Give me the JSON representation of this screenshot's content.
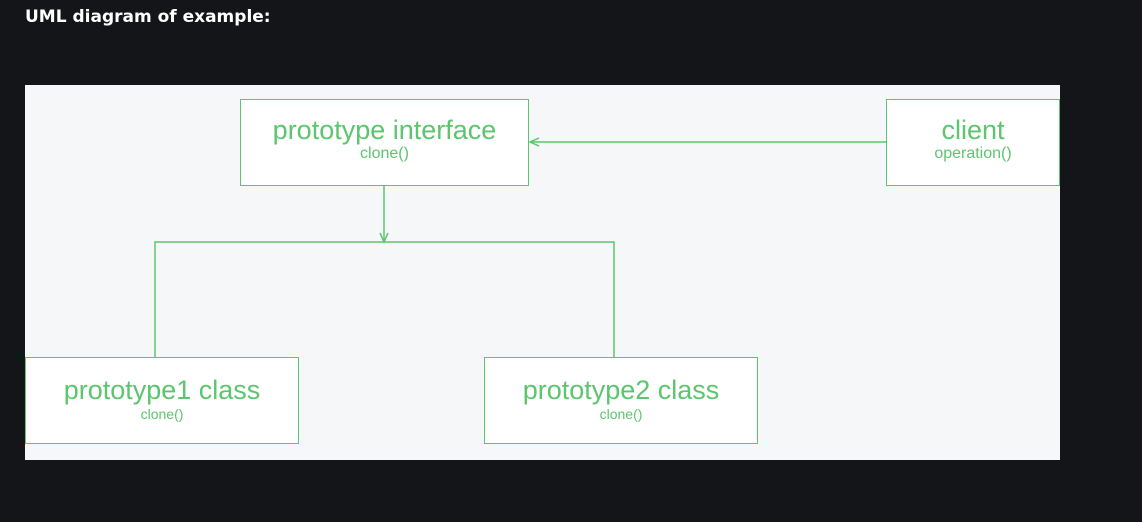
{
  "heading": "UML diagram of example:",
  "colors": {
    "page_background": "#131519",
    "diagram_background": "#f6f7f9",
    "accent_green": "#5cc56e"
  },
  "diagram": {
    "interface": {
      "title": "prototype interface",
      "method": "clone()"
    },
    "client": {
      "title": "client",
      "method": "operation()"
    },
    "prototype1": {
      "title": "prototype1 class",
      "method": "clone()"
    },
    "prototype2": {
      "title": "prototype2 class",
      "method": "clone()"
    }
  }
}
